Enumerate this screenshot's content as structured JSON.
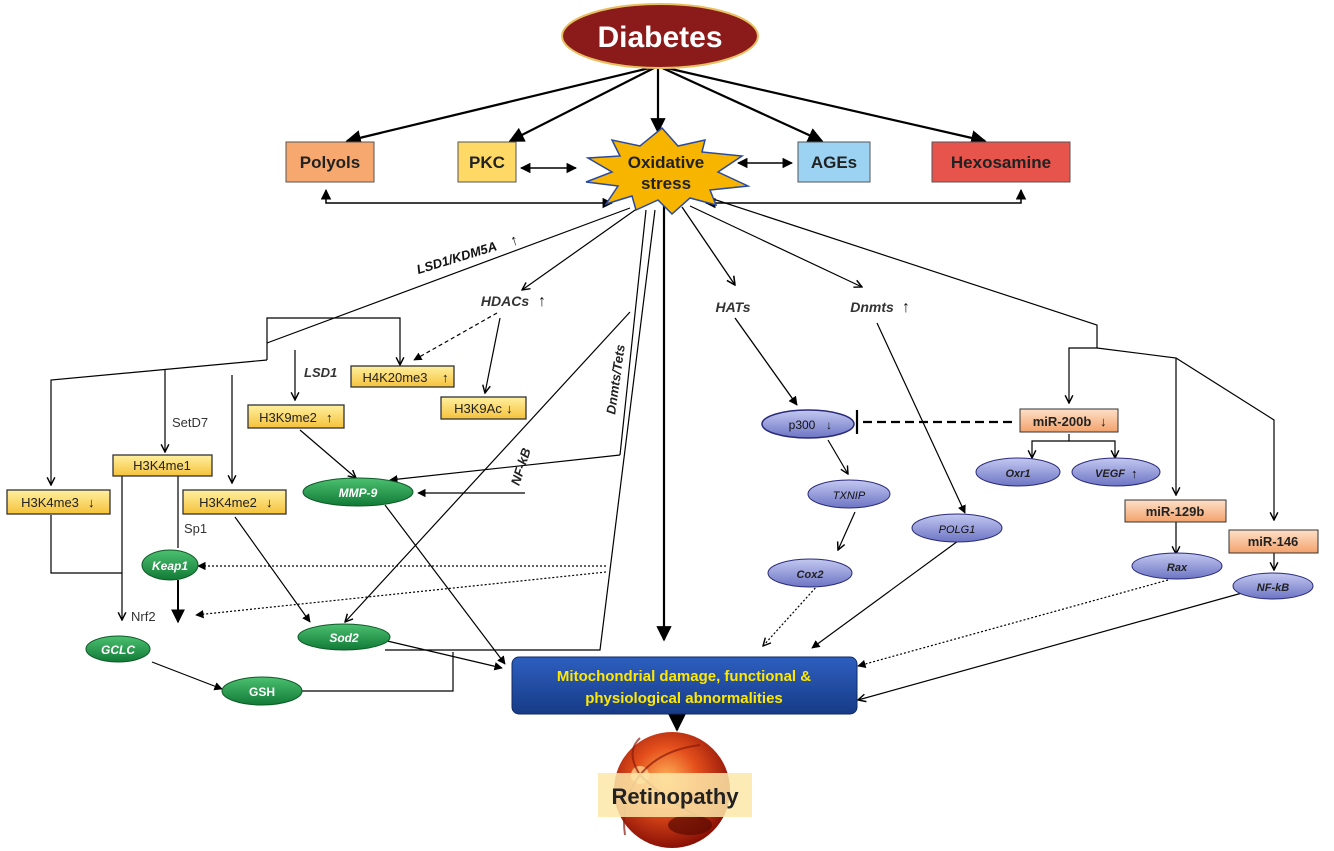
{
  "diagram": {
    "root": "Diabetes",
    "pathways": {
      "polyols": "Polyols",
      "pkc": "PKC",
      "ages": "AGEs",
      "hexosamine": "Hexosamine"
    },
    "oxidative_stress": [
      "Oxidative",
      "stress"
    ],
    "histone_marks": {
      "h4k20me3": "H4K20me3",
      "h3k9ac": "H3K9Ac",
      "h3k9me2": "H3K9me2",
      "h3k4me1": "H3K4me1",
      "h3k4me3": "H3K4me3",
      "h3k4me2": "H3K4me2"
    },
    "enzyme_labels": {
      "lsd1_kdm5a": "LSD1/KDM5A",
      "hdacs": "HDACs",
      "lsd1": "LSD1",
      "setd7": "SetD7",
      "sp1": "Sp1",
      "nrf2": "Nrf2",
      "dnmts_tets": "Dnmts/Tets",
      "nfkb_label": "NF-kB",
      "hats": "HATs",
      "dnmts": "Dnmts"
    },
    "green_genes": {
      "mmp9": "MMP-9",
      "keap1": "Keap1",
      "sod2": "Sod2",
      "gclc": "GCLC",
      "gsh": "GSH"
    },
    "blue_genes": {
      "p300": "p300",
      "txnip": "TXNIP",
      "cox2": "Cox2",
      "polg1": "POLG1",
      "oxr1": "Oxr1",
      "vegf": "VEGF",
      "rax": "Rax",
      "nfkb": "NF-kB"
    },
    "mirnas": {
      "mir200b": "miR-200b",
      "mir129b": "miR-129b",
      "mir146": "miR-146"
    },
    "mitochondria": [
      "Mitochondrial damage, functional &",
      "physiological abnormalities"
    ],
    "outcome": "Retinopathy"
  },
  "colors": {
    "diabetes": "#8b1a1a",
    "polyols": "#f7a86e",
    "pkc": "#ffd966",
    "ages": "#9dd3f2",
    "hexosamine": "#e6544c",
    "star": "#f7b500",
    "histone_box": "#ffd560",
    "mirna_box": "#f7b98a",
    "green_gene": "#1a9e4a",
    "blue_gene": "#8b93d6",
    "mito_box": "#1f4aa0",
    "mito_text": "#ffe800"
  }
}
